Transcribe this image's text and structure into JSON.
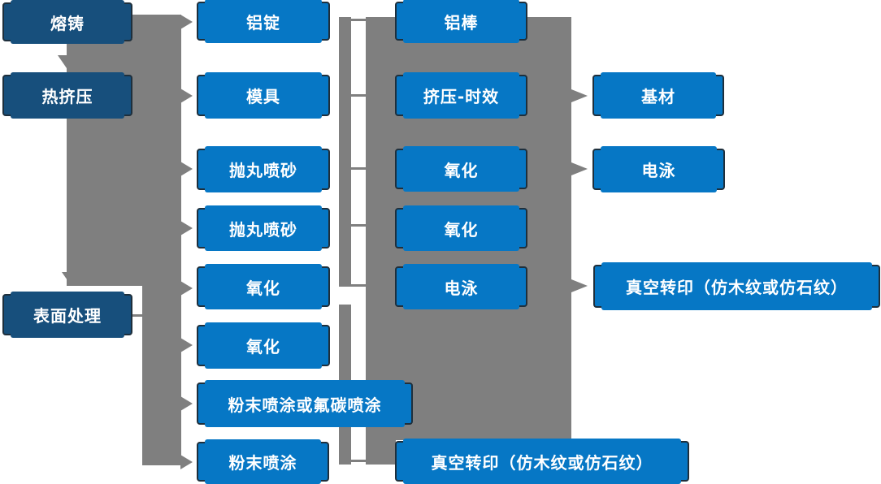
{
  "colors": {
    "node_blue": "#0677C5",
    "node_dark_blue": "#174F7C",
    "node_border": "#1E2F3C",
    "connector_gray": "#7F7F7F",
    "node_text": "#FFFFFF",
    "background": "#FFFFFF"
  },
  "nodes": {
    "melting": "熔铸",
    "hot_extrusion": "热挤压",
    "surface_treatment": "表面处理",
    "aluminum_ingot": "铝锭",
    "mold": "模具",
    "shot_blasting_1": "抛丸喷砂",
    "shot_blasting_2": "抛丸喷砂",
    "oxidation_a": "氧化",
    "oxidation_b": "氧化",
    "powder_or_fluorocarbon": "粉末喷涂或氟碳喷涂",
    "powder_coating": "粉末喷涂",
    "aluminum_rod": "铝棒",
    "extrusion_aging": "挤压-时效",
    "oxidation_c": "氧化",
    "oxidation_d": "氧化",
    "electrophoresis_a": "电泳",
    "vacuum_transfer_a": "真空转印（仿木纹或仿石纹）",
    "base_material": "基材",
    "electrophoresis_b": "电泳",
    "vacuum_transfer_b": "真空转印（仿木纹或仿石纹）"
  }
}
